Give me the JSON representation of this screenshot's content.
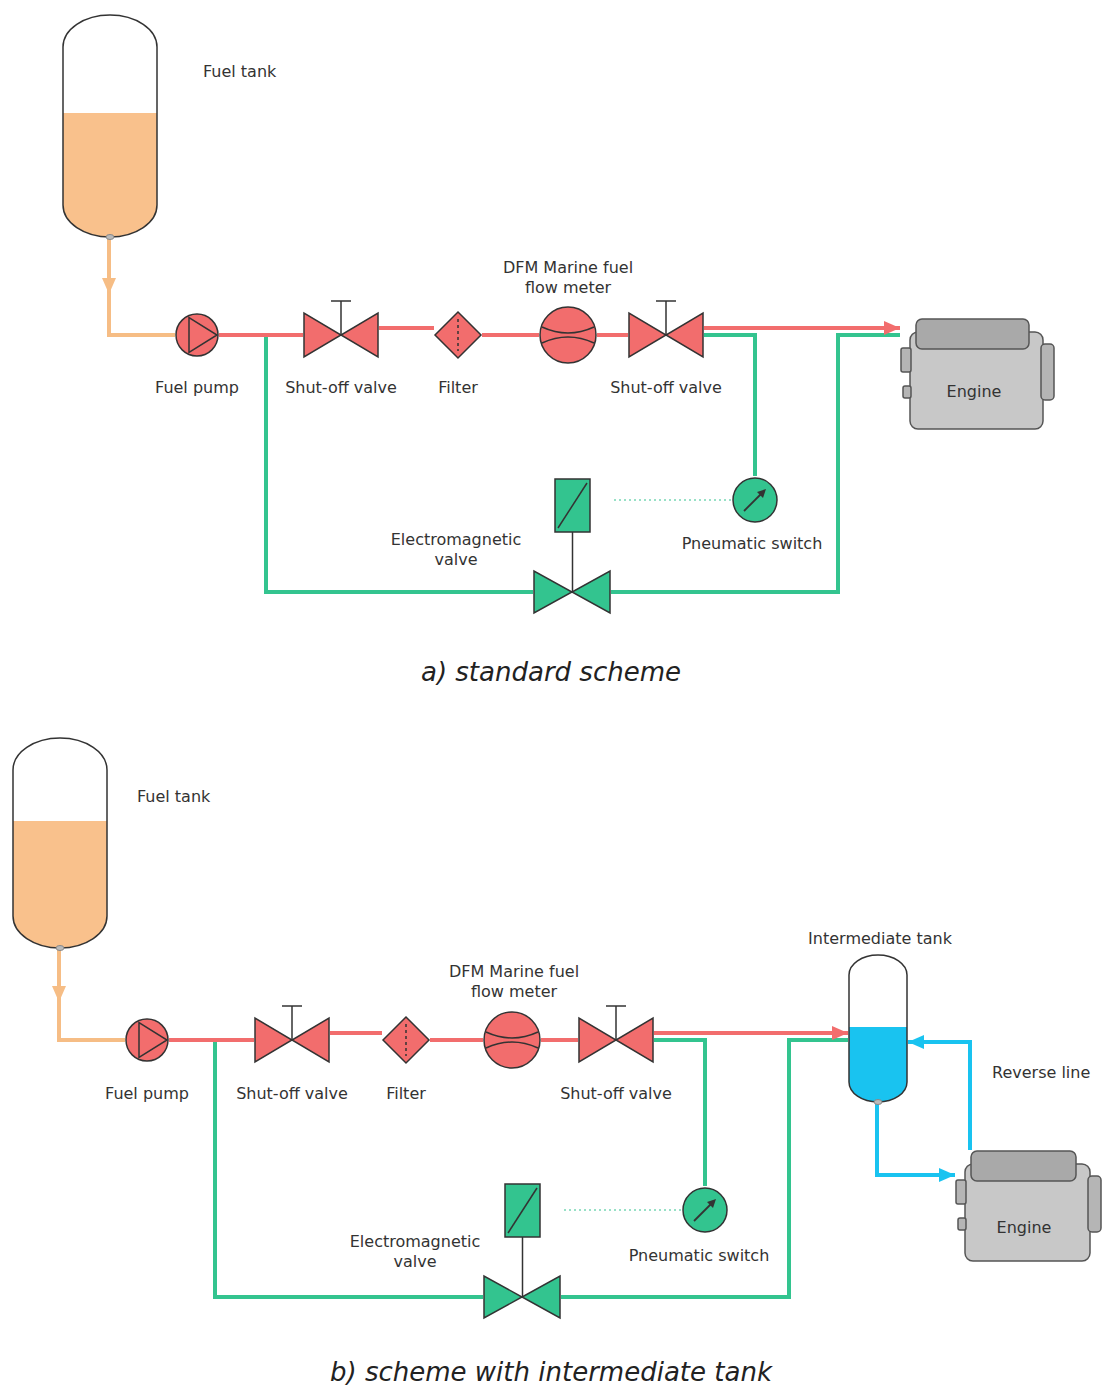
{
  "diagram": {
    "nodes": [
      {
        "text": [
          "Fuel tank"
        ]
      },
      {
        "text": [
          "Fuel pump"
        ]
      },
      {
        "text": [
          "Shut-off valve"
        ]
      },
      {
        "text": [
          "Filter"
        ]
      },
      {
        "text": [
          "DFM Marine fuel flow meter"
        ]
      },
      {
        "text": [
          "Shut-off valve"
        ]
      },
      {
        "text": [
          "Engine"
        ]
      },
      {
        "text": [
          "Electromagnetic valve"
        ]
      },
      {
        "text": [
          "Pneumatic switch"
        ]
      },
      {
        "text": [
          "Fuel tank"
        ]
      },
      {
        "text": [
          "Fuel pump"
        ]
      },
      {
        "text": [
          "Shut-off valve"
        ]
      },
      {
        "text": [
          "Filter"
        ]
      },
      {
        "text": [
          "DFM Marine fuel flow meter"
        ]
      },
      {
        "text": [
          "Shut-off valve"
        ]
      },
      {
        "text": [
          "Intermediate tank"
        ]
      },
      {
        "text": [
          "Engine"
        ]
      },
      {
        "text": [
          "Electromagnetic valve"
        ]
      },
      {
        "text": [
          "Pneumatic switch"
        ]
      }
    ],
    "edges": [
      {
        "from": 0,
        "to": 1,
        "arrow": "to"
      },
      {
        "from": 1,
        "to": 2,
        "arrow": "none"
      },
      {
        "from": 2,
        "to": 3,
        "arrow": "none"
      },
      {
        "from": 3,
        "to": 4,
        "arrow": "none"
      },
      {
        "from": 4,
        "to": 5,
        "arrow": "none"
      },
      {
        "from": 5,
        "to": 6,
        "arrow": "to"
      },
      {
        "from": 1,
        "to": 7,
        "arrow": "none"
      },
      {
        "from": 7,
        "to": 6,
        "arrow": "none"
      },
      {
        "from": 5,
        "to": 8,
        "arrow": "none"
      },
      {
        "from": 8,
        "to": 7,
        "arrow": "none"
      },
      {
        "from": 9,
        "to": 10,
        "arrow": "to"
      },
      {
        "from": 10,
        "to": 11,
        "arrow": "none"
      },
      {
        "from": 11,
        "to": 12,
        "arrow": "none"
      },
      {
        "from": 12,
        "to": 13,
        "arrow": "none"
      },
      {
        "from": 13,
        "to": 14,
        "arrow": "none"
      },
      {
        "from": 14,
        "to": 15,
        "arrow": "to"
      },
      {
        "from": 15,
        "to": 16,
        "arrow": "to"
      },
      {
        "from": 16,
        "to": 15,
        "label": "Reverse line",
        "arrow": "to"
      },
      {
        "from": 10,
        "to": 17,
        "arrow": "none"
      },
      {
        "from": 17,
        "to": 15,
        "arrow": "none"
      },
      {
        "from": 14,
        "to": 18,
        "arrow": "none"
      },
      {
        "from": 18,
        "to": 17,
        "arrow": "none"
      }
    ],
    "labels": [
      "a) standard scheme",
      "b) scheme with intermediate tank"
    ]
  }
}
